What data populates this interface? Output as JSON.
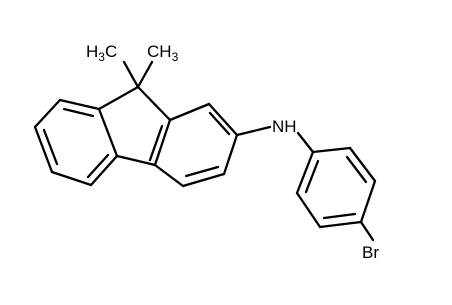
{
  "molecule": {
    "labels": {
      "methyl_left_main": "H",
      "methyl_left_sub": "3",
      "methyl_left_tail": "C",
      "methyl_right_main": "CH",
      "methyl_right_sub": "3",
      "amine": "NH",
      "bromine": "Br"
    }
  }
}
